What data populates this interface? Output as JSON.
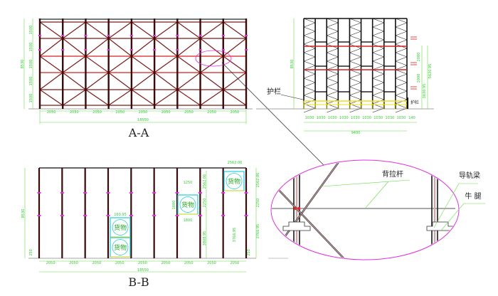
{
  "colors": {
    "frame": "#7a1a1a",
    "beam": "#d42020",
    "dim": "#66dd44",
    "highlight": "#dd33dd",
    "cargo": "#22ccdd",
    "rail": "#eedd22"
  },
  "view_aa": {
    "title": "A-A",
    "bay_dims": [
      "2050",
      "2050",
      "2050",
      "2050",
      "2050",
      "2050",
      "2050",
      "2050",
      "2050"
    ],
    "total_width": "18550",
    "total_height": "8530",
    "level_dims": [
      "1500",
      "1500",
      "1500",
      "1500",
      "1500"
    ]
  },
  "side_view": {
    "bay_dims": [
      "1030",
      "1030",
      "1030",
      "1030",
      "1030",
      "1030",
      "1030",
      "1030",
      "1030",
      "140"
    ],
    "total_width": "9400",
    "total_height": "8530",
    "right_dims": [
      "5630.95",
      "3630.95"
    ],
    "level_dims": [
      "2000",
      "2000"
    ],
    "railing_label": "护栏",
    "guard_label": "护栏"
  },
  "view_bb": {
    "title": "B-B",
    "bay_dims": [
      "2050",
      "2050",
      "2050",
      "2050",
      "2050",
      "2050",
      "2050",
      "2050",
      "2050"
    ],
    "total_width": "18550",
    "total_height": "8530",
    "cargo_label": "货物",
    "cargo_dims": [
      "160.95",
      "1250",
      "1800",
      "1800",
      "2562.06"
    ],
    "right_dims": [
      "2562.06",
      "2250",
      "3808.95",
      "2562.06",
      "2250",
      "3766.95",
      "3766.95"
    ],
    "foot_dim": "250"
  },
  "detail": {
    "labels": [
      "背拉杆",
      "导轨梁",
      "牛 腿"
    ]
  }
}
